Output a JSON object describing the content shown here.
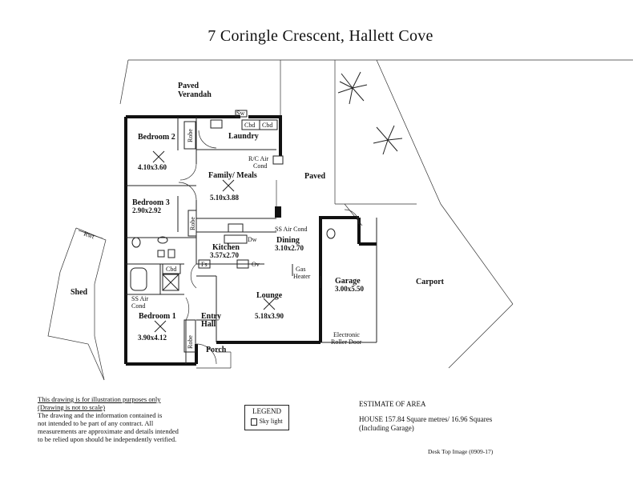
{
  "title": "7 Coringle Crescent,  Hallett Cove",
  "rooms": {
    "verandah": "Paved Verandah",
    "verandah_l1": "Paved",
    "verandah_l2": "Verandah",
    "bedroom2": "Bedroom 2",
    "bedroom2_dim": "4.10x3.60",
    "bedroom3": "Bedroom 3",
    "bedroom3_dim": "2.90x2.92",
    "bedroom1": "Bedroom 1",
    "bedroom1_dim": "3.90x4.12",
    "laundry": "Laundry",
    "family": "Family/ Meals",
    "family_dim": "5.10x3.88",
    "kitchen": "Kitchen",
    "kitchen_dim": "3.57x2.70",
    "dining": "Dining",
    "dining_dim": "3.10x2.70",
    "lounge": "Lounge",
    "lounge_dim": "5.18x3.90",
    "garage": "Garage",
    "garage_dim": "3.00x5.50",
    "carport": "Carport",
    "paved": "Paved",
    "shed": "Shed",
    "porch": "Porch",
    "entry_l1": "Entry",
    "entry_l2": "Hall"
  },
  "small_labels": {
    "sw": "Sw",
    "cbd": "Cbd",
    "rc_air_l1": "R/C Air",
    "rc_air_l2": "Cond",
    "robe": "Robe",
    "ss_air_dining": "SS Air Cond",
    "dw": "Dw",
    "fs": "Fs",
    "ov": "Ov",
    "gas_l1": "Gas",
    "gas_l2": "Heater",
    "ss_air_l1": "SS Air",
    "ss_air_l2": "Cond",
    "electronic_l1": "Electronic",
    "electronic_l2": "Roller Door",
    "rwt": "Rwt"
  },
  "disclaimer": {
    "line1": "This drawing is for illustration purposes only",
    "line2": "(Drawing is not to scale)",
    "line3": "The drawing and the information contained is",
    "line4": "not intended to be part of any contract.  All",
    "line5": "measurements are approximate and details intended",
    "line6": "to be relied upon should be independently verified."
  },
  "legend": {
    "title": "LEGEND",
    "item": "Sky light"
  },
  "area": {
    "heading": "ESTIMATE OF AREA",
    "line1": "HOUSE  157.84 Square metres/ 16.96 Squares",
    "line2": "(Including Garage)"
  },
  "credit": "Desk Top Image  (0909-17)"
}
